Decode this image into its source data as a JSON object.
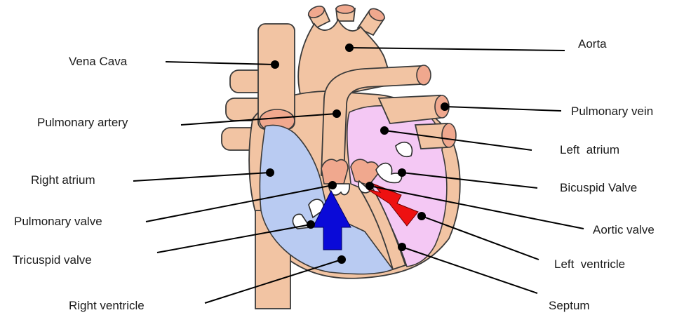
{
  "labels": {
    "vena_cava": "Vena Cava",
    "pulmonary_artery": "Pulmonary artery",
    "right_atrium": "Right atrium",
    "pulmonary_valve": "Pulmonary valve",
    "tricuspid_valve": "Tricuspid valve",
    "right_ventricle": "Right ventricle",
    "aorta": "Aorta",
    "pulmonary_vein": "Pulmonary vein",
    "left_atrium": "Left  atrium",
    "bicuspid_valve": "Bicuspid Valve",
    "aortic_valve": "Aortic valve",
    "left_ventricle": "Left  ventricle",
    "septum": "Septum"
  },
  "colors": {
    "tissue": "#f2c4a3",
    "vessel_opening": "#f0a88e",
    "right_side": "#b9cbf2",
    "left_side": "#f4c8f4",
    "deoxygenated_arrow": "#0a0ad8",
    "oxygenated_arrow": "#ee1111"
  }
}
